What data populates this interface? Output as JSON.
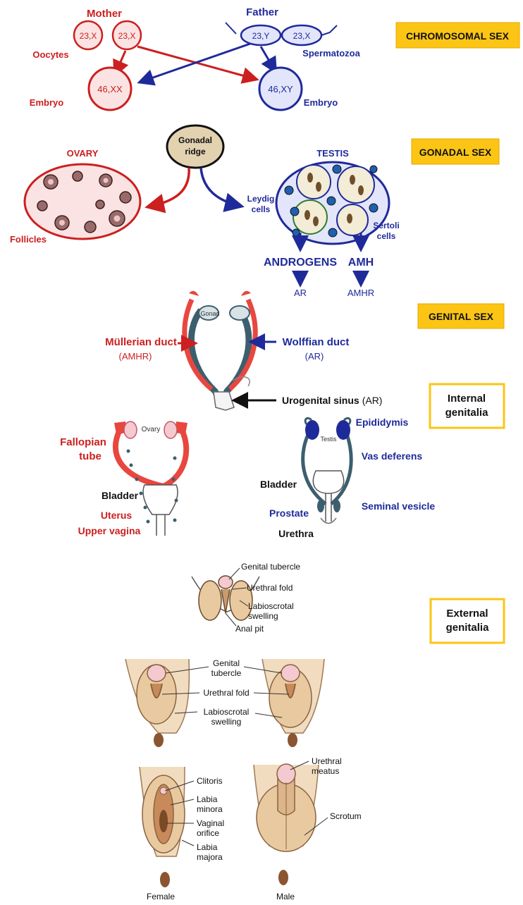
{
  "colors": {
    "female": "#cc1f1f",
    "male": "#1f2a9a",
    "badge_bg": "#fcc515",
    "badge_border": "#e5a800",
    "skin": "#e9c9a0",
    "duct_teal": "#3c5f6e"
  },
  "chromosomal": {
    "mother": "Mother",
    "father": "Father",
    "oocyte_left": "23,X",
    "oocyte_right": "23,X",
    "oocytes": "Oocytes",
    "sperm_left": "23,Y",
    "sperm_right": "23,X",
    "spermatozoa": "Spermatozoa",
    "embryo_female_karyotype": "46,XX",
    "embryo_male_karyotype": "46,XY",
    "embryo_left": "Embryo",
    "embryo_right": "Embryo",
    "badge": "CHROMOSOMAL SEX"
  },
  "gonadal": {
    "ridge_line1": "Gonadal",
    "ridge_line2": "ridge",
    "ovary": "OVARY",
    "follicles": "Follicles",
    "testis": "TESTIS",
    "leydig_line1": "Leydig",
    "leydig_line2": "cells",
    "sertoli_line1": "Sertoli",
    "sertoli_line2": "cells",
    "androgens": "ANDROGENS",
    "amh": "AMH",
    "ar": "AR",
    "amhr": "AMHR",
    "badge": "GONADAL SEX"
  },
  "genital": {
    "badge": "GENITAL SEX",
    "gonad": "Gonad",
    "mullerian": "Müllerian duct",
    "mullerian_sub": "(AMHR)",
    "wolffian": "Wolffian duct",
    "wolffian_sub": "(AR)",
    "urogenital_main": "Urogenital sinus",
    "urogenital_sub": "(AR)"
  },
  "internal": {
    "badge_line1": "Internal",
    "badge_line2": "genitalia",
    "ovary": "Ovary",
    "fallopian_line1": "Fallopian",
    "fallopian_line2": "tube",
    "bladder_female": "Bladder",
    "uterus": "Uterus",
    "upper_vagina": "Upper vagina",
    "testis": "Testis",
    "epididymis": "Epididymis",
    "vas_deferens": "Vas deferens",
    "bladder_male": "Bladder",
    "prostate": "Prostate",
    "seminal_vesicle": "Seminal vesicle",
    "urethra": "Urethra"
  },
  "external": {
    "badge_line1": "External",
    "badge_line2": "genitalia",
    "genital_tubercle": "Genital tubercle",
    "urethral_fold": "Urethral fold",
    "labioscrotal_line1": "Labioscrotal",
    "labioscrotal_line2": "swelling",
    "anal_pit": "Anal pit",
    "mid_tubercle_line1": "Genital",
    "mid_tubercle_line2": "tubercle",
    "mid_urethral_fold": "Urethral fold",
    "mid_labio_line1": "Labioscrotal",
    "mid_labio_line2": "swelling",
    "clitoris": "Clitoris",
    "labia_minora_line1": "Labia",
    "labia_minora_line2": "minora",
    "vaginal_line1": "Vaginal",
    "vaginal_line2": "orifice",
    "labia_majora_line1": "Labia",
    "labia_majora_line2": "majora",
    "urethral_meatus_line1": "Urethral",
    "urethral_meatus_line2": "meatus",
    "scrotum": "Scrotum",
    "female": "Female",
    "male": "Male"
  }
}
